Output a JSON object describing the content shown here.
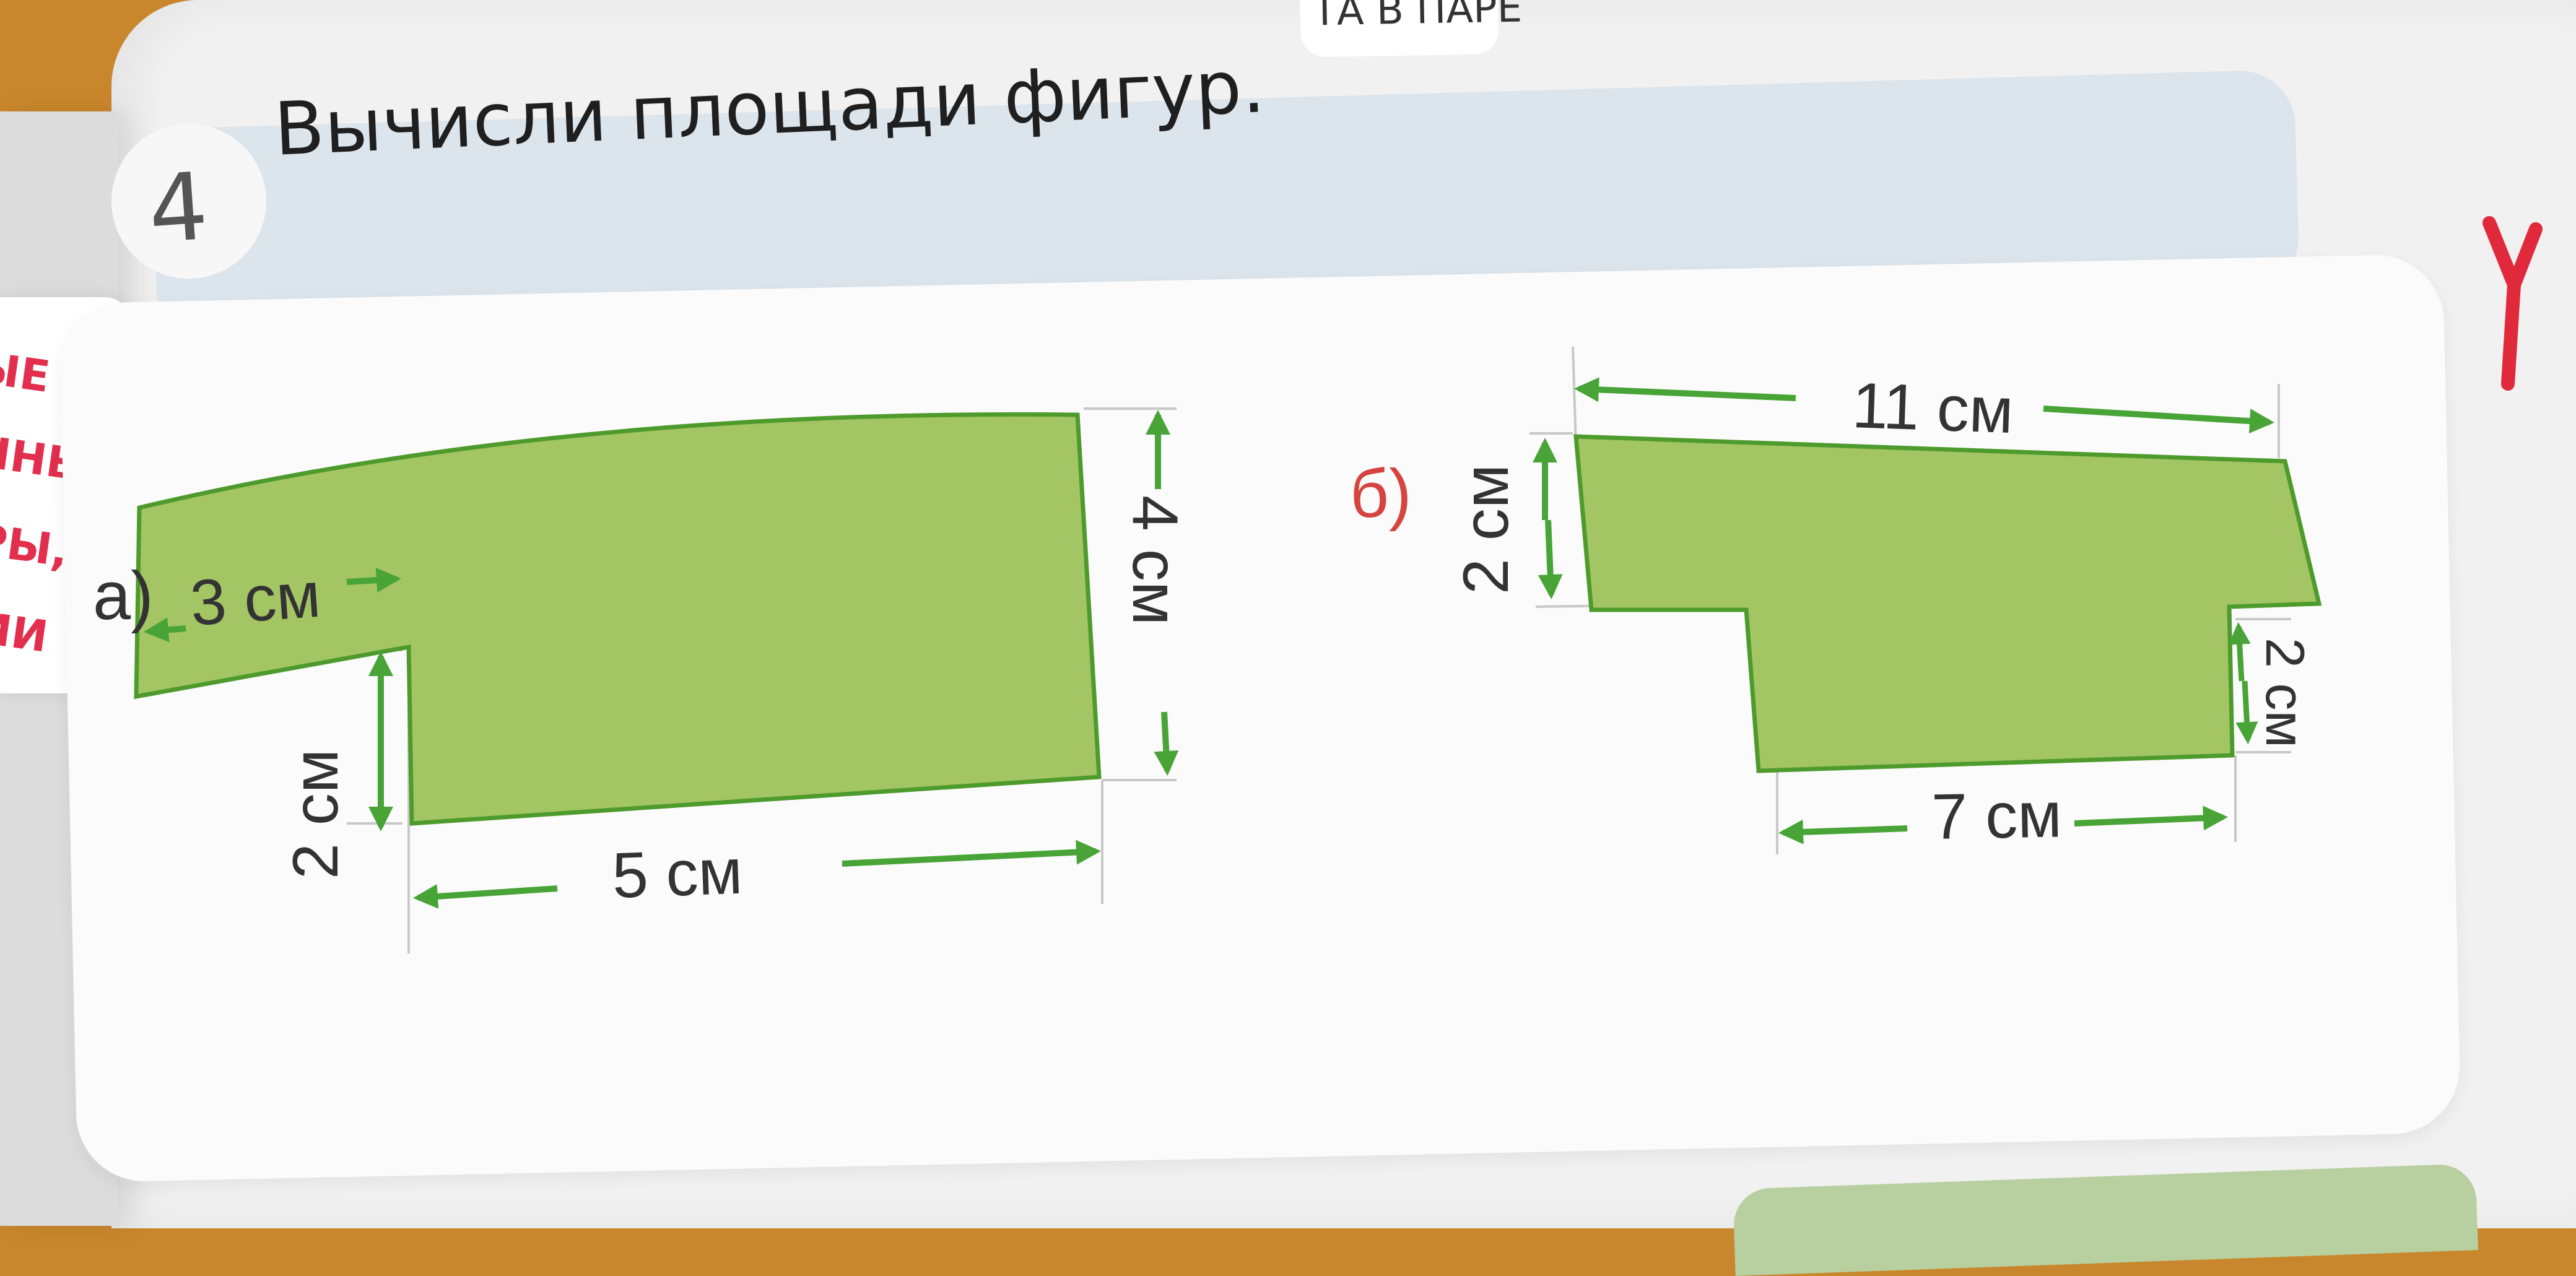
{
  "header_tab_text": "ТА В ПАРЕ",
  "side_tab_lines": [
    "ЫЕ",
    "ЧНЫ",
    "РЫ,",
    "ИИ"
  ],
  "task": {
    "number": "4",
    "title": "Вычисли площади фигур."
  },
  "figure_a": {
    "label": "а)",
    "dim_top_left": "3 см",
    "dim_left_step": "2 см",
    "dim_bottom": "5 см",
    "dim_right": "4 см"
  },
  "figure_b": {
    "label": "б)",
    "dim_top": "11 см",
    "dim_left": "2 см",
    "dim_right": "2 см",
    "dim_bottom": "7 см"
  },
  "colors": {
    "shape_fill": "#a3c564",
    "shape_stroke": "#4e9b2d",
    "arrow": "#48a436",
    "label_red": "#d6443f",
    "background": "#c9872d",
    "page": "#f1f1f1",
    "band": "#dce5ec"
  }
}
